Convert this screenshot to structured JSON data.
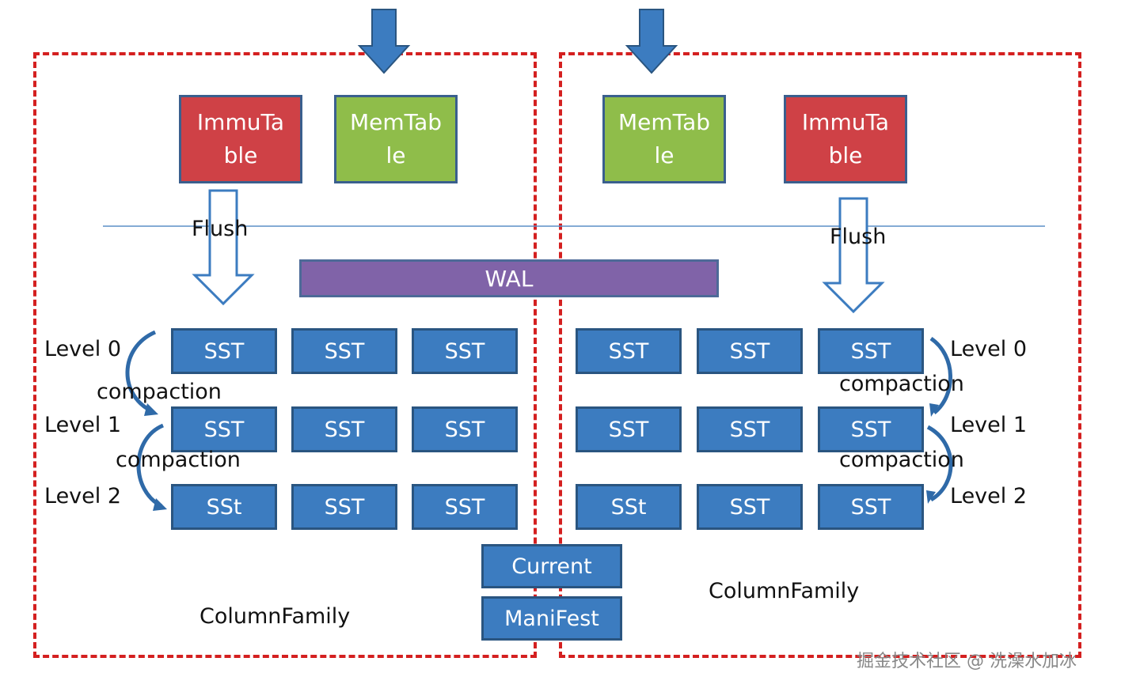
{
  "left_cf": {
    "immutable": "ImmuTa\nble",
    "memtable": "MemTab\nle",
    "flush": "Flush",
    "levels": [
      "Level 0",
      "Level 1",
      "Level 2"
    ],
    "compactions": [
      "compaction",
      "compaction"
    ],
    "sst_rows": [
      [
        "SST",
        "SST",
        "SST"
      ],
      [
        "SST",
        "SST",
        "SST"
      ],
      [
        "SSt",
        "SST",
        "SST"
      ]
    ],
    "name": "ColumnFamily"
  },
  "right_cf": {
    "memtable": "MemTab\nle",
    "immutable": "ImmuTa\nble",
    "flush": "Flush",
    "levels": [
      "Level 0",
      "Level 1",
      "Level 2"
    ],
    "compactions": [
      "compaction",
      "compaction"
    ],
    "sst_rows": [
      [
        "SST",
        "SST",
        "SST"
      ],
      [
        "SST",
        "SST",
        "SST"
      ],
      [
        "SSt",
        "SST",
        "SST"
      ]
    ],
    "name": "ColumnFamily"
  },
  "wal": "WAL",
  "current": "Current",
  "manifest": "ManiFest",
  "watermark": "掘金技术社区 @ 洗澡水加冰",
  "colors": {
    "dashed_border": "#d42020",
    "immutable": "#cf4146",
    "memtable": "#8fbd4a",
    "sst": "#3c7cc0",
    "wal": "#8063a8",
    "arrow": "#3c7cc0"
  }
}
